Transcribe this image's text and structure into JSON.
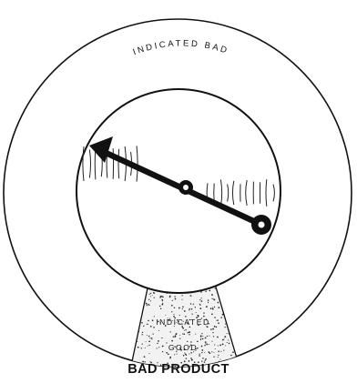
{
  "diagram": {
    "outer_label": "INDICATED BAD",
    "zone_label_1": "INDICATED",
    "zone_label_2": "GOOD",
    "caption": "BAD PRODUCT"
  },
  "colors": {
    "ink": "#111111",
    "background": "#ffffff"
  }
}
